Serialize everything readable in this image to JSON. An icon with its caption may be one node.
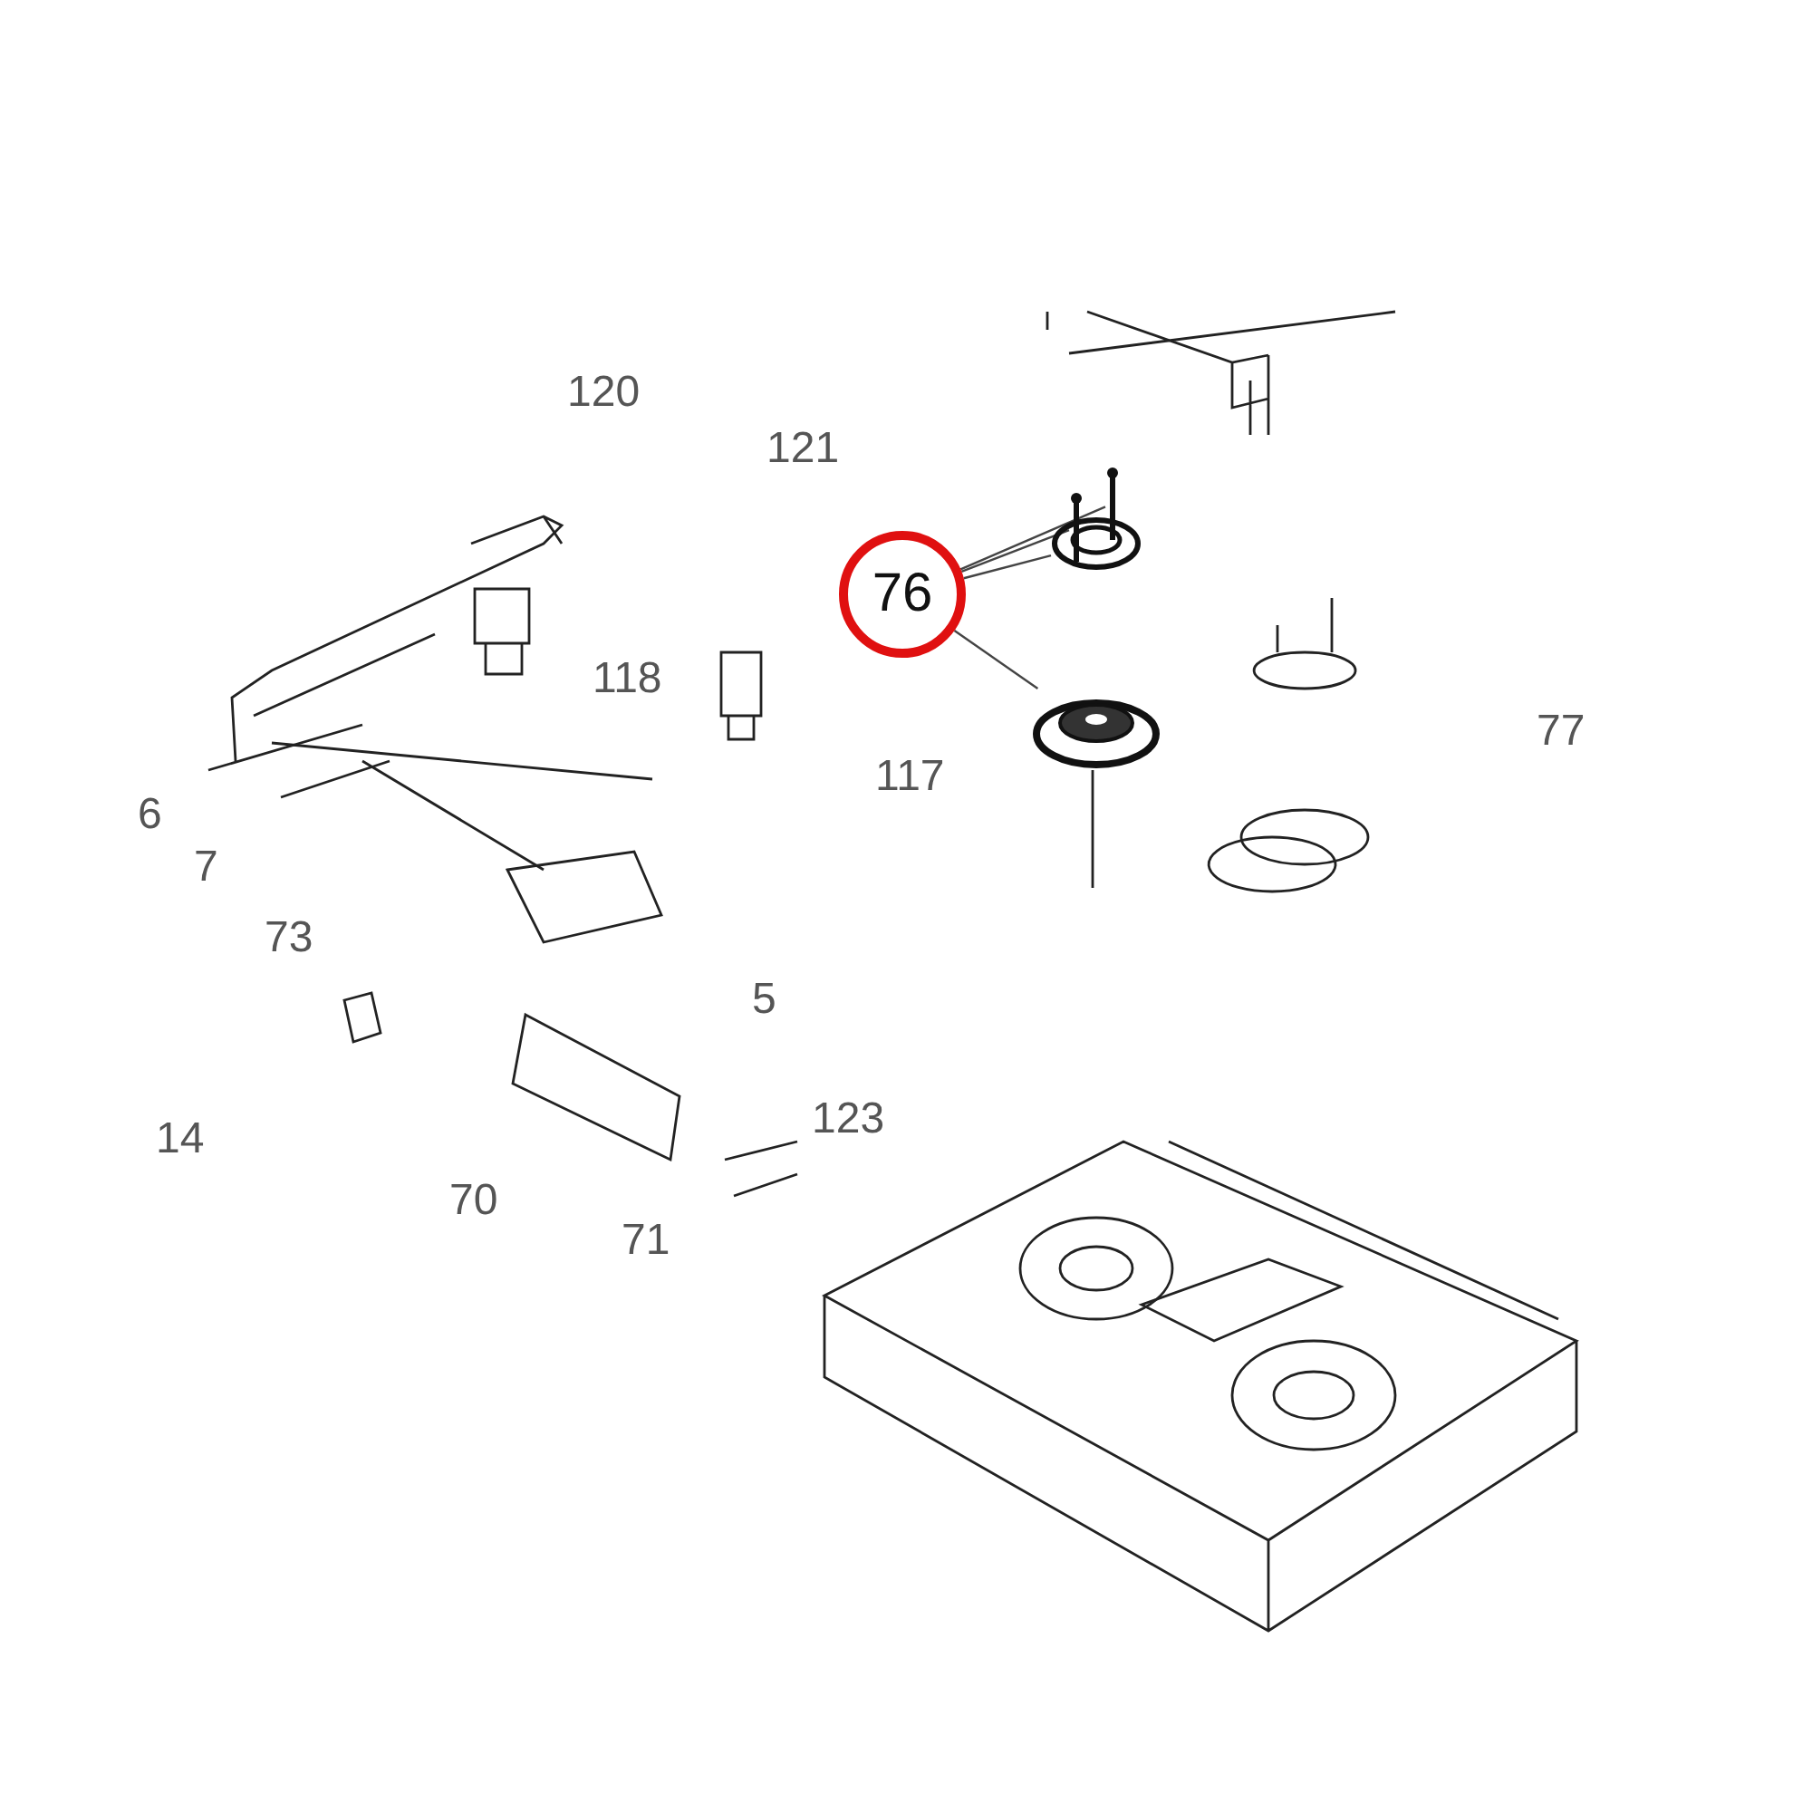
{
  "diagram": {
    "nodes": [
      {
        "text": [
          "76"
        ]
      },
      {
        "text": [],
        "shape": "picture"
      },
      {
        "text": [],
        "shape": "picture"
      },
      {
        "text": [],
        "shape": "picture"
      },
      {
        "text": [],
        "shape": "picture"
      }
    ],
    "edges": [
      {
        "from": 0,
        "to": 1,
        "arrow": "none"
      },
      {
        "from": 0,
        "to": 2,
        "arrow": "none"
      },
      {
        "from": 0,
        "to": 3,
        "arrow": "none"
      },
      {
        "from": 0,
        "to": 4,
        "arrow": "none"
      }
    ],
    "labels": [
      "120",
      "121",
      "118",
      "117",
      "77",
      "6",
      "7",
      "73",
      "5",
      "14",
      "123",
      "70",
      "71"
    ]
  }
}
